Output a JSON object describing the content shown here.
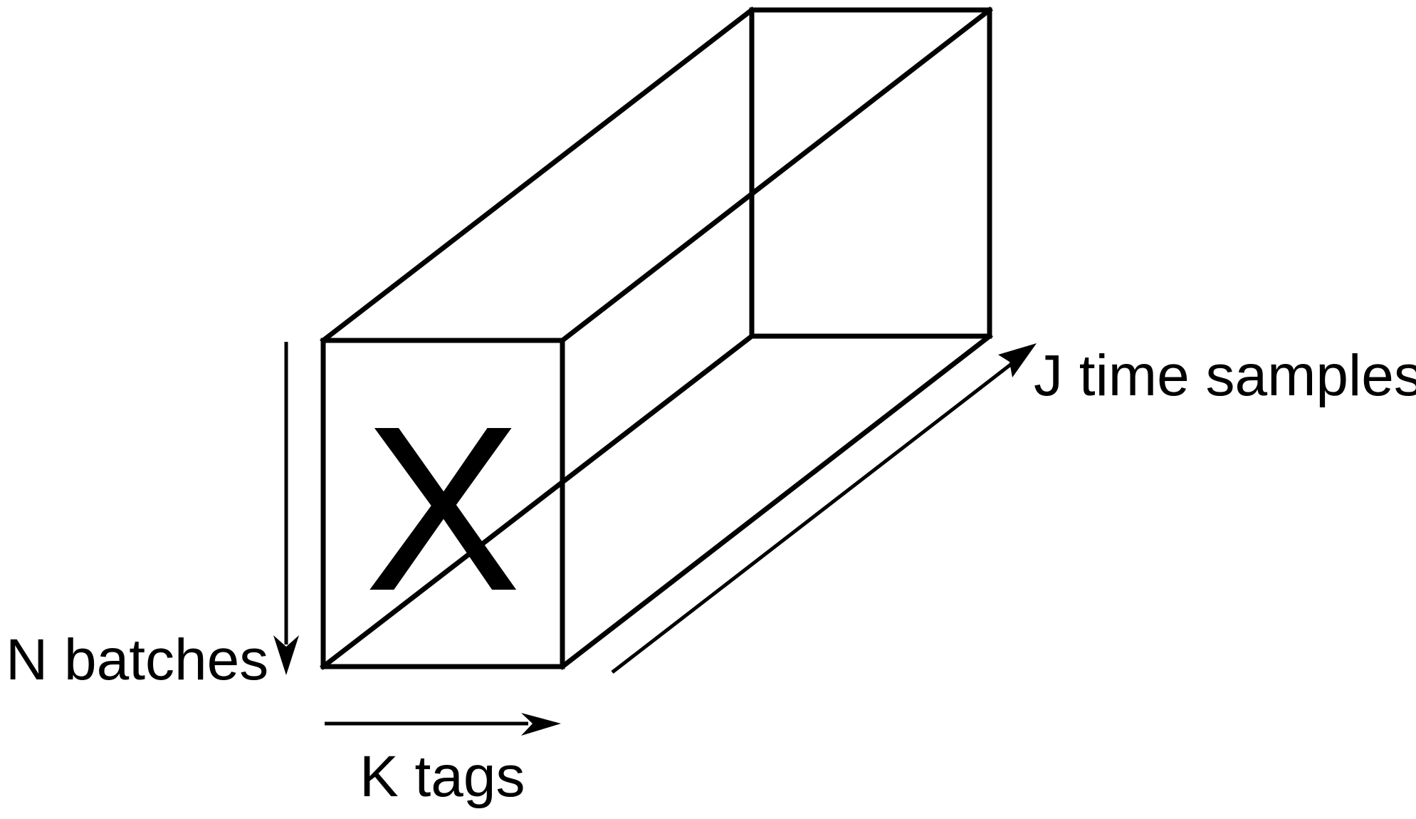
{
  "diagram": {
    "tensor_symbol": "X",
    "axes": {
      "batches_label": "N batches",
      "tags_label": "K tags",
      "time_label": "J time samples"
    }
  }
}
